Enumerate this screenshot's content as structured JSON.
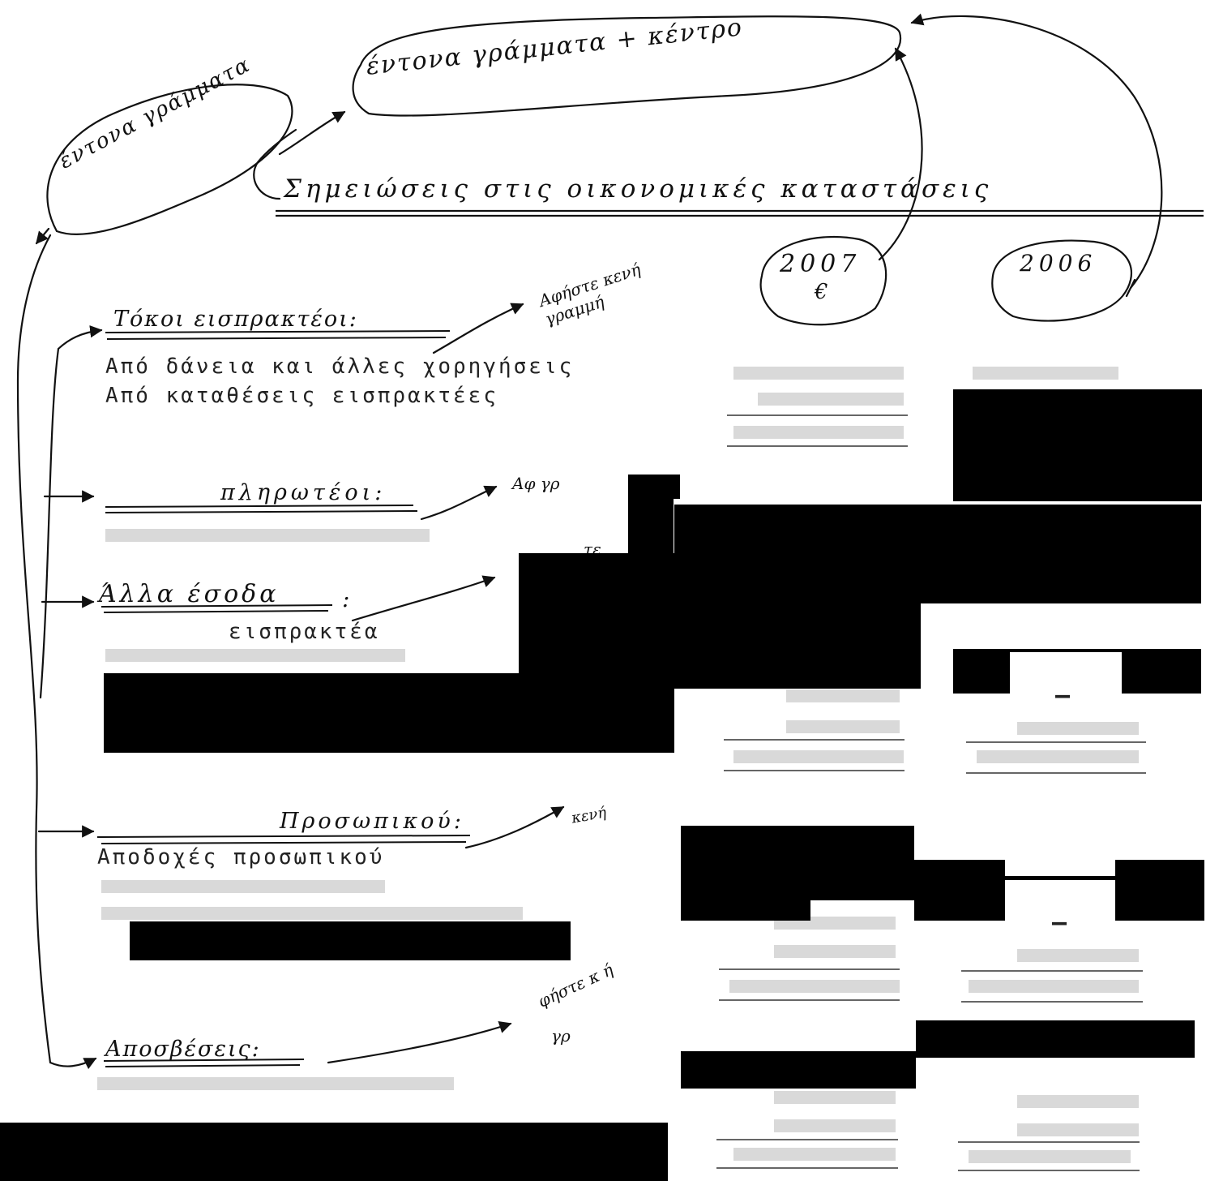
{
  "page": {
    "title": "Σημειώσεις στις οικονομικές καταστάσεις",
    "columns": {
      "year_2007": "2007",
      "currency_2007": "€",
      "year_2006": "2006"
    }
  },
  "annotations": {
    "bold": "έντονα γράμματα",
    "bold_center": "έντονα γράμματα + κέντρο",
    "leave_blank_line": "Αφήστε κενή γραμμή",
    "leave_blank_short": "Αφ γρ",
    "leave_blank_fragment": "τε",
    "blank": "κενή",
    "leave_blank_partial": "φήστε κ ή",
    "line_short": "γρ"
  },
  "sections": [
    {
      "heading": "Τόκοι εισπρακτέοι:",
      "lines": [
        "Από δάνεια και άλλες χορηγήσεις",
        "Από καταθέσεις εισπρακτέες"
      ]
    },
    {
      "heading": "πληρωτέοι:",
      "lines": []
    },
    {
      "heading": "Άλλα έσοδα",
      "colon": ":",
      "lines": [
        "εισπρακτέα"
      ]
    },
    {
      "heading": "Προσωπικού:",
      "lines": [
        "Αποδοχές προσωπικού"
      ]
    },
    {
      "heading": "Αποσβέσεις:",
      "lines": []
    }
  ],
  "values": {
    "dash_2006_a": "–",
    "dash_2006_b": "–"
  },
  "colors": {
    "ink": "#111111",
    "redaction": "#000000",
    "faded_text": "#d9d9d9"
  }
}
